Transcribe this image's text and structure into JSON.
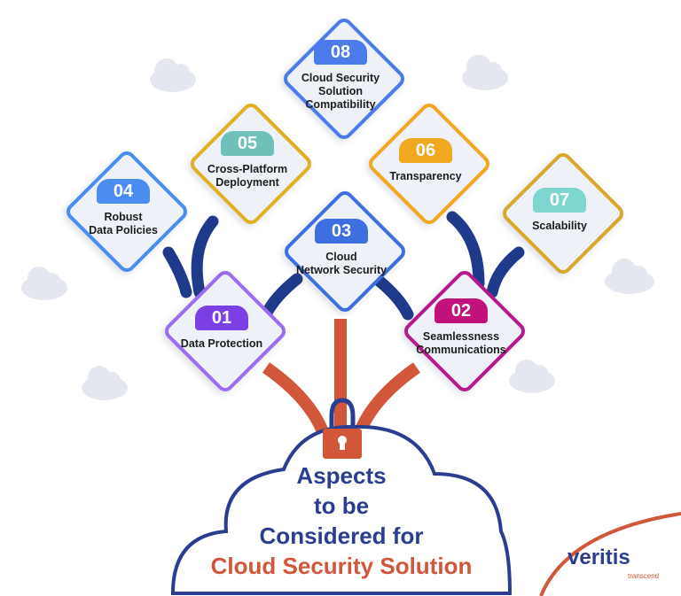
{
  "title": {
    "line1": "Aspects",
    "line2": "to be",
    "line3": "Considered for",
    "line4": "Cloud Security Solution"
  },
  "items": [
    {
      "number": "01",
      "lines": [
        "Data Protection"
      ],
      "color": "#7b3fe4",
      "border": "#9b6cf0"
    },
    {
      "number": "02",
      "lines": [
        "Seamlessness",
        "Communications"
      ],
      "color": "#c0127a",
      "border": "#b41a8c"
    },
    {
      "number": "03",
      "lines": [
        "Cloud",
        "Network Security"
      ],
      "color": "#3d6fe0",
      "border": "#3d6fe0"
    },
    {
      "number": "04",
      "lines": [
        "Robust",
        "Data Policies"
      ],
      "color": "#4a8cf0",
      "border": "#4a8cf0"
    },
    {
      "number": "05",
      "lines": [
        "Cross-Platform",
        "Deployment"
      ],
      "color": "#6fc0b8",
      "border": "#e0b020"
    },
    {
      "number": "06",
      "lines": [
        "Transparency"
      ],
      "color": "#f0a81e",
      "border": "#f0a81e"
    },
    {
      "number": "07",
      "lines": [
        "Scalability"
      ],
      "color": "#7fd6d0",
      "border": "#d8a82a"
    },
    {
      "number": "08",
      "lines": [
        "Cloud Security",
        "Solution",
        "Compatibility"
      ],
      "color": "#4a7be8",
      "border": "#4a7be8"
    }
  ],
  "logo": {
    "word": "veritis",
    "tagline": "transcend"
  },
  "colors": {
    "navy": "#2a3d91",
    "orange": "#d0573a",
    "branch_dark": "#1f3a8a",
    "cloud_gray": "#e6e8ef"
  }
}
